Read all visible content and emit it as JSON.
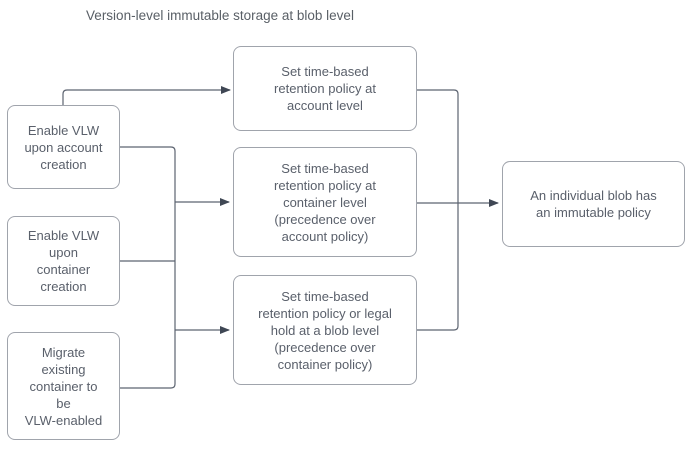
{
  "title": "Version-level immutable storage at blob level",
  "nodes": {
    "l1": {
      "id": "enable-vlw-account",
      "label": "Enable VLW\nupon account\ncreation"
    },
    "l2": {
      "id": "enable-vlw-container",
      "label": "Enable VLW\nupon\ncontainer\ncreation"
    },
    "l3": {
      "id": "migrate-container",
      "label": "Migrate\nexisting\ncontainer to\nbe\nVLW-enabled"
    },
    "m1": {
      "id": "retention-account",
      "label": "Set time-based\nretention policy at\naccount level"
    },
    "m2": {
      "id": "retention-container",
      "label": "Set time-based\nretention policy at\ncontainer level\n(precedence over\naccount policy)"
    },
    "m3": {
      "id": "retention-blob",
      "label": "Set time-based\nretention policy or legal\nhold at a blob level\n(precedence over\ncontainer policy)"
    },
    "r1": {
      "id": "blob-immutable",
      "label": "An individual blob has\nan immutable policy"
    }
  },
  "edges": [
    {
      "from": "enable-vlw-account",
      "to": "retention-account"
    },
    {
      "from": "enable-vlw-account, enable-vlw-container, migrate-container",
      "to": "retention-container"
    },
    {
      "from": "enable-vlw-account, enable-vlw-container, migrate-container",
      "to": "retention-blob"
    },
    {
      "from": "retention-account, retention-container, retention-blob",
      "to": "blob-immutable"
    }
  ],
  "colors": {
    "background": "#ffffff",
    "connector": "#5c6370",
    "arrowhead": "#3f4754",
    "node_border": "#a0a4ac",
    "node_text": "#5a606b",
    "title_text": "#595f66"
  }
}
